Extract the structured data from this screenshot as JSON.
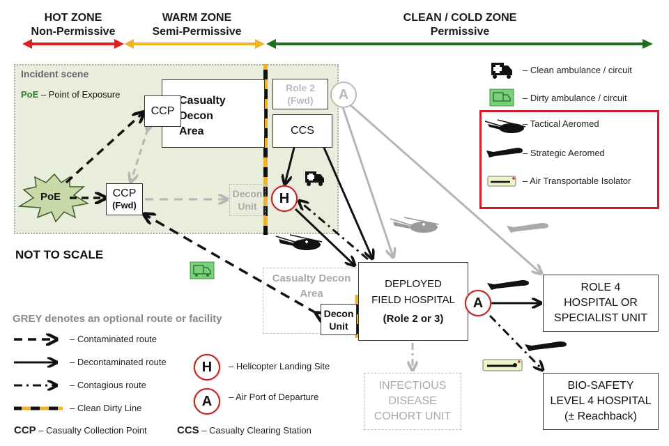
{
  "zones": [
    {
      "title": "HOT ZONE",
      "subtitle": "Non-Permissive",
      "color": "#e02020"
    },
    {
      "title": "WARM ZONE",
      "subtitle": "Semi-Permissive",
      "color": "#f0b429"
    },
    {
      "title": "CLEAN / COLD ZONE",
      "subtitle": "Permissive",
      "color": "#1e6e1e"
    }
  ],
  "incident": {
    "title": "Incident scene",
    "poe_abbr": "PoE",
    "poe_desc": "– Point of Exposure",
    "poe_star": "PoE"
  },
  "nodes": {
    "ccp": "CCP",
    "casualty_decon_area": [
      "Casualty",
      "Decon",
      "Area"
    ],
    "ccp_fwd": [
      "CCP",
      "(Fwd)"
    ],
    "decon_unit_grey": [
      "Decon",
      "Unit"
    ],
    "role2_fwd": [
      "Role 2",
      "(Fwd)"
    ],
    "ccs": "CCS",
    "h": "H",
    "a": "A",
    "casualty_decon_area_2": [
      "Casualty Decon",
      "Area"
    ],
    "decon_unit": [
      "Decon",
      "Unit"
    ],
    "deployed_field_hospital": [
      "DEPLOYED",
      "FIELD HOSPITAL",
      "(Role 2 or 3)"
    ],
    "infectious_disease": [
      "INFECTIOUS",
      "DISEASE",
      "COHORT UNIT"
    ],
    "role4": [
      "ROLE 4",
      "HOSPITAL OR",
      "SPECIALIST UNIT"
    ],
    "biosafety": [
      "BIO-SAFETY",
      "LEVEL 4 HOSPITAL",
      "(± Reachback)"
    ]
  },
  "not_to_scale": "NOT TO SCALE",
  "legend_transport": [
    {
      "icon": "clean-ambulance-icon",
      "label": "– Clean ambulance / circuit"
    },
    {
      "icon": "dirty-ambulance-icon",
      "label": "– Dirty ambulance / circuit"
    },
    {
      "icon": "helicopter-icon",
      "label": "– Tactical Aeromed"
    },
    {
      "icon": "airplane-icon",
      "label": "– Strategic Aeromed"
    },
    {
      "icon": "isolator-icon",
      "label": "– Air Transportable Isolator"
    }
  ],
  "legend_routes": {
    "grey_note": "GREY denotes an optional route or facility",
    "items": [
      {
        "icon": "dashed-arrow-icon",
        "label": "– Contaminated route"
      },
      {
        "icon": "solid-arrow-icon",
        "label": "– Decontaminated route"
      },
      {
        "icon": "dash-dot-arrow-icon",
        "label": "– Contagious route"
      },
      {
        "icon": "clean-dirty-line-icon",
        "label": "– Clean Dirty Line"
      }
    ],
    "h_label": "– Helicopter Landing Site",
    "a_label": "–  Air Port of Departure",
    "ccp_abbr": "CCP",
    "ccp_desc": "– Casualty Collection Point",
    "ccs_abbr": "CCS",
    "ccs_desc": "– Casualty Clearing Station"
  },
  "colors": {
    "hot": "#e02020",
    "warm": "#f0b429",
    "cold": "#1e6e1e",
    "incident_bg": "#e8eddc",
    "highlight_border": "#c8202a",
    "grey": "#b5b5b5",
    "poe_green": "#2a7a2a"
  }
}
